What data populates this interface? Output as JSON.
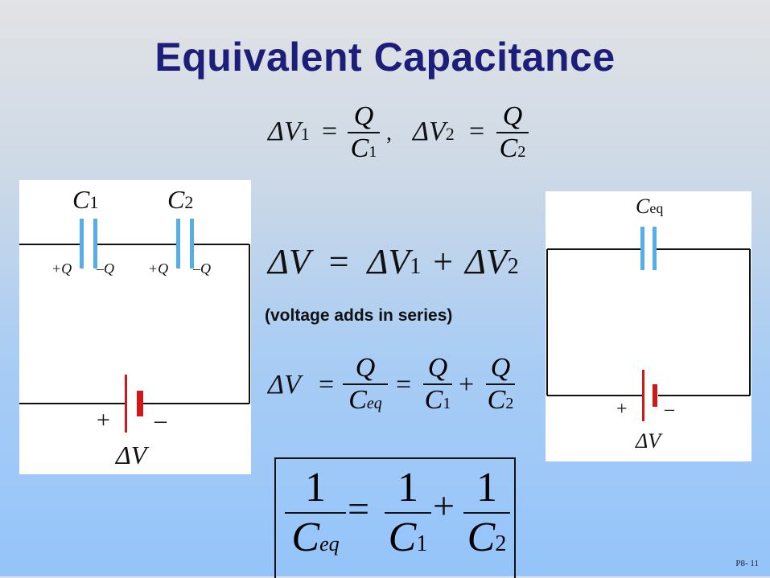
{
  "slide": {
    "title": "Equivalent Capacitance",
    "page_number": "P8- 11"
  },
  "top_equations": {
    "dv1": "ΔV",
    "dv1_sub": "1",
    "equals": "=",
    "q": "Q",
    "c": "C",
    "c1_sub": "1",
    "comma": ",",
    "dv2": "ΔV",
    "dv2_sub": "2",
    "c2_sub": "2"
  },
  "sum_equation": {
    "dv": "ΔV",
    "eq": "=",
    "dv1": "ΔV",
    "sub1": "1",
    "plus": "+",
    "dv2": "ΔV",
    "sub2": "2"
  },
  "caption": "(voltage adds in series)",
  "ceq_equation": {
    "dv": "ΔV",
    "eq1": "=",
    "q": "Q",
    "c": "C",
    "eq_sub": "eq",
    "eq2": "=",
    "sub1": "1",
    "plus": "+",
    "sub2": "2"
  },
  "final_equation": {
    "one": "1",
    "c": "C",
    "eq_sub": "eq",
    "equals": "=",
    "sub1": "1",
    "plus": "+",
    "sub2": "2"
  },
  "left_circuit": {
    "c1_label": "C",
    "c1_sub": "1",
    "c2_label": "C",
    "c2_sub": "2",
    "plus_q": "+Q",
    "minus_q": "–Q",
    "battery_plus": "+",
    "battery_minus": "–",
    "delta_v": "ΔV"
  },
  "right_circuit": {
    "ceq_label": "C",
    "ceq_sub": "eq",
    "battery_plus": "+",
    "battery_minus": "–",
    "delta_v": "ΔV"
  },
  "colors": {
    "title": "#1d1d7a",
    "capacitor_plate": "#55aee8",
    "battery_long": "#d01818",
    "battery_short": "#d01818",
    "wire": "#111111"
  }
}
